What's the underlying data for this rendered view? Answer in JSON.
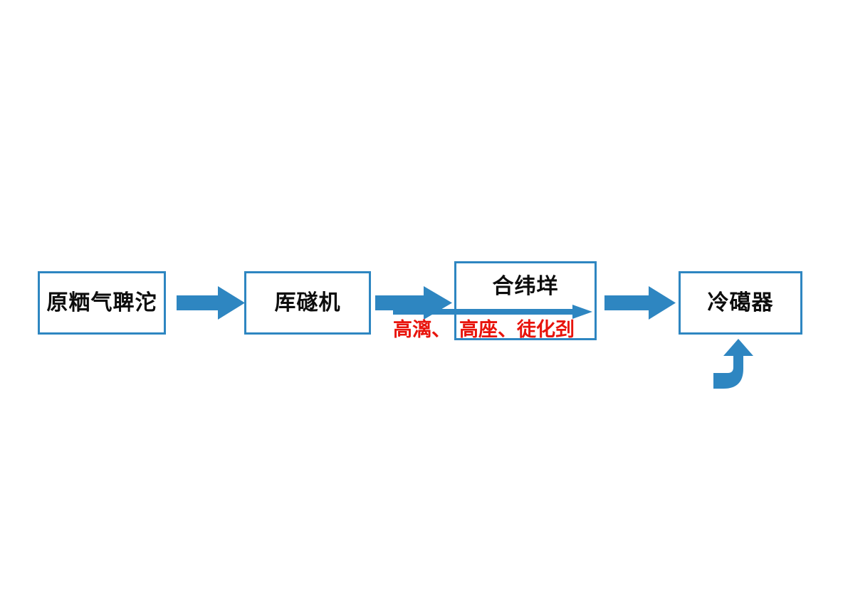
{
  "diagram": {
    "title": "",
    "colors": {
      "box_border": "#2e86c1",
      "box_fill": "#ffffff",
      "arrow_fill": "#2e86c1",
      "node_text": "#0d0d0d",
      "annotation_text": "#e8140c",
      "background": "#ffffff"
    },
    "nodes": [
      {
        "id": "feed-gas",
        "label": "原粞气聛沱"
      },
      {
        "id": "compressor",
        "label": "厍礈机"
      },
      {
        "id": "synthesis",
        "label": "合纬垟"
      },
      {
        "id": "condenser",
        "label": "冷礍器"
      }
    ],
    "annotations": [
      {
        "id": "stream-conditions-left",
        "label": "高漓、"
      },
      {
        "id": "stream-conditions-right",
        "label": "高座、徒化刭"
      }
    ],
    "connectors": [
      {
        "id": "arrow-feed-to-compressor",
        "type": "block-arrow",
        "direction": "right"
      },
      {
        "id": "arrow-compressor-to-synthesis",
        "type": "block-arrow",
        "direction": "right"
      },
      {
        "id": "arrow-through-synthesis",
        "type": "line-arrow",
        "direction": "right"
      },
      {
        "id": "arrow-synthesis-to-condenser",
        "type": "block-arrow",
        "direction": "right"
      },
      {
        "id": "arrow-recycle-up",
        "type": "bent-arrow",
        "direction": "up"
      }
    ]
  }
}
